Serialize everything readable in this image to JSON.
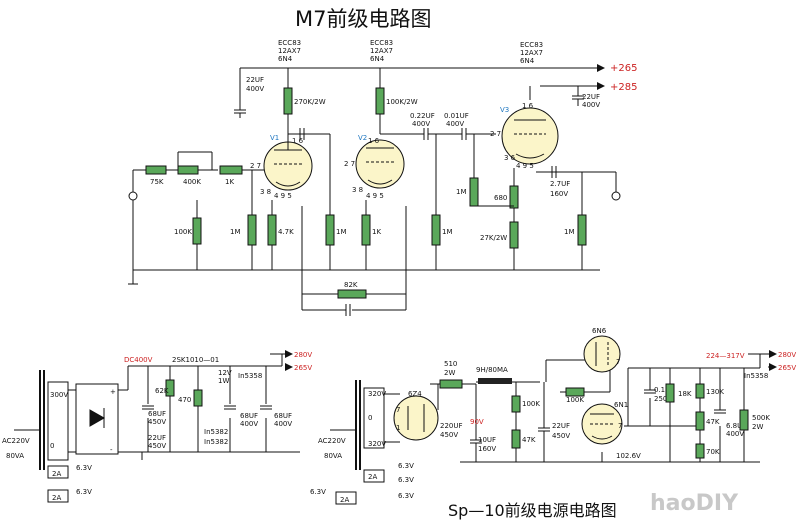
{
  "titles": {
    "preamp": "M7前级电路图",
    "psu": "Sp—10前级电源电路图"
  },
  "watermark": "haoDIY",
  "tube_type": {
    "l1": "ECC83",
    "l2": "12AX7",
    "l3": "6N4"
  },
  "rails": {
    "hv1": "+265",
    "hv2": "+285",
    "psu_out1": "280V",
    "psu_out2": "265V",
    "dc400": "DC400V",
    "v224_317": "224—317V",
    "v90": "90V",
    "v102": "102.6V"
  },
  "tubes": {
    "v1": "V1",
    "v2": "V2",
    "v3": "V3",
    "rect": "6Z4",
    "d1": "6N6",
    "d2": "6N1",
    "pin_16": "1 6",
    "pin_27": "2 7",
    "pin_38": "3 8",
    "pin_495": "4 9 5",
    "pin_36": "3 6",
    "pin_1": "1",
    "pin_6": "6",
    "pin_7": "7",
    "pin_2": "2",
    "pin_3": "3",
    "pin_8": "8"
  },
  "components": {
    "cap_22uf_400v_a": "22UF",
    "cap_22uf_400v_a2": "400V",
    "cap_22uf_400v_b": "22UF",
    "cap_22uf_400v_b2": "400V",
    "r270k": "270K/2W",
    "r100k2w": "100K/2W",
    "c022": "0.22UF",
    "c022v": "400V",
    "c001": "0.01UF",
    "c001v": "400V",
    "r75k": "75K",
    "r400k": "400K",
    "r1k": "1K",
    "pot100k": "100K",
    "r1m_a": "1M",
    "r4k7": "4.7K",
    "r1m_b": "1M",
    "r1k_b": "1K",
    "r1m_c": "1M",
    "r1m_d": "1M",
    "r680": "680",
    "r27k": "27K/2W",
    "c27uf": "2.7UF",
    "c27v": "160V",
    "r1m_e": "1M",
    "r82k": "82K",
    "r62k": "62K",
    "r470": "470",
    "c68a": "68UF",
    "c68a_v": "450V",
    "c22a": "22UF",
    "c22a_v": "450V",
    "in5382a": "In5382",
    "in5382b": "In5382",
    "c68b": "68UF",
    "c68b_v": "400V",
    "c68c": "68UF",
    "c68c_v": "400V",
    "q1": "2SK1010—01",
    "z12": "12V",
    "z12w": "1W",
    "in5358a": "In5358",
    "r510": "510",
    "r510w": "2W",
    "choke": "9H/80MA",
    "c220": "220UF",
    "c220v": "450V",
    "c10": "10UF",
    "c10v": "160V",
    "r100k_b": "100K",
    "r47k": "47K",
    "c22b": "22UF",
    "c22b_v": "450V",
    "r100k_c": "100K",
    "c01": "0.1UF",
    "c01v": "250V",
    "r18k": "18K",
    "r130k": "130K",
    "r47k_b": "47K",
    "r70k": "70K",
    "c68d": "6.8UF",
    "c68d_v": "400V",
    "r500k": "500K",
    "r500kw": "2W",
    "in5358b": "In5358"
  },
  "transformers": {
    "t1_in": "AC220V",
    "t1_va": "80VA",
    "t1_v300": "300V",
    "t1_v0": "0",
    "t1_2a1": "2A",
    "t1_63a": "6.3V",
    "t1_2a2": "2A",
    "t1_63b": "6.3V",
    "t2_in": "AC220V",
    "t2_va": "80VA",
    "t2_v320a": "320V",
    "t2_v0": "0",
    "t2_v320b": "320V",
    "t2_2a": "2A",
    "t2_63a": "6.3V",
    "t2_63b": "6.3V",
    "t2_63c": "6.3V",
    "t2_2a2": "2A",
    "t2_63d": "6.3V"
  },
  "colors": {
    "tube_fill": "#fbf5c9",
    "red": "#cc2222",
    "blue": "#1f77c0",
    "resistor_fill": "#5aa85a"
  }
}
